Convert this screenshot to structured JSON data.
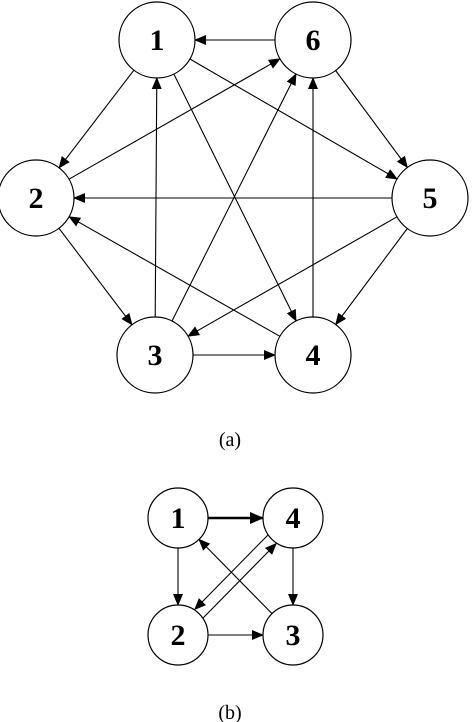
{
  "diagram_a": {
    "caption": "(a)",
    "nodes": [
      {
        "id": "1",
        "label": "1"
      },
      {
        "id": "6",
        "label": "6"
      },
      {
        "id": "2",
        "label": "2"
      },
      {
        "id": "5",
        "label": "5"
      },
      {
        "id": "3",
        "label": "3"
      },
      {
        "id": "4",
        "label": "4"
      }
    ],
    "edges": [
      {
        "from": "6",
        "to": "1"
      },
      {
        "from": "1",
        "to": "2"
      },
      {
        "from": "1",
        "to": "5"
      },
      {
        "from": "1",
        "to": "4"
      },
      {
        "from": "6",
        "to": "5"
      },
      {
        "from": "2",
        "to": "6"
      },
      {
        "from": "5",
        "to": "2"
      },
      {
        "from": "2",
        "to": "3"
      },
      {
        "from": "3",
        "to": "1"
      },
      {
        "from": "3",
        "to": "6"
      },
      {
        "from": "3",
        "to": "4"
      },
      {
        "from": "4",
        "to": "6"
      },
      {
        "from": "4",
        "to": "2"
      },
      {
        "from": "5",
        "to": "3"
      },
      {
        "from": "5",
        "to": "4"
      }
    ]
  },
  "diagram_b": {
    "caption": "(b)",
    "nodes": [
      {
        "id": "1",
        "label": "1"
      },
      {
        "id": "4",
        "label": "4"
      },
      {
        "id": "2",
        "label": "2"
      },
      {
        "id": "3",
        "label": "3"
      }
    ],
    "edges": [
      {
        "from": "1",
        "to": "4",
        "emphasis": true
      },
      {
        "from": "1",
        "to": "2"
      },
      {
        "from": "4",
        "to": "3"
      },
      {
        "from": "2",
        "to": "3"
      },
      {
        "from": "2",
        "to": "4"
      },
      {
        "from": "4",
        "to": "2"
      },
      {
        "from": "3",
        "to": "1"
      }
    ]
  }
}
